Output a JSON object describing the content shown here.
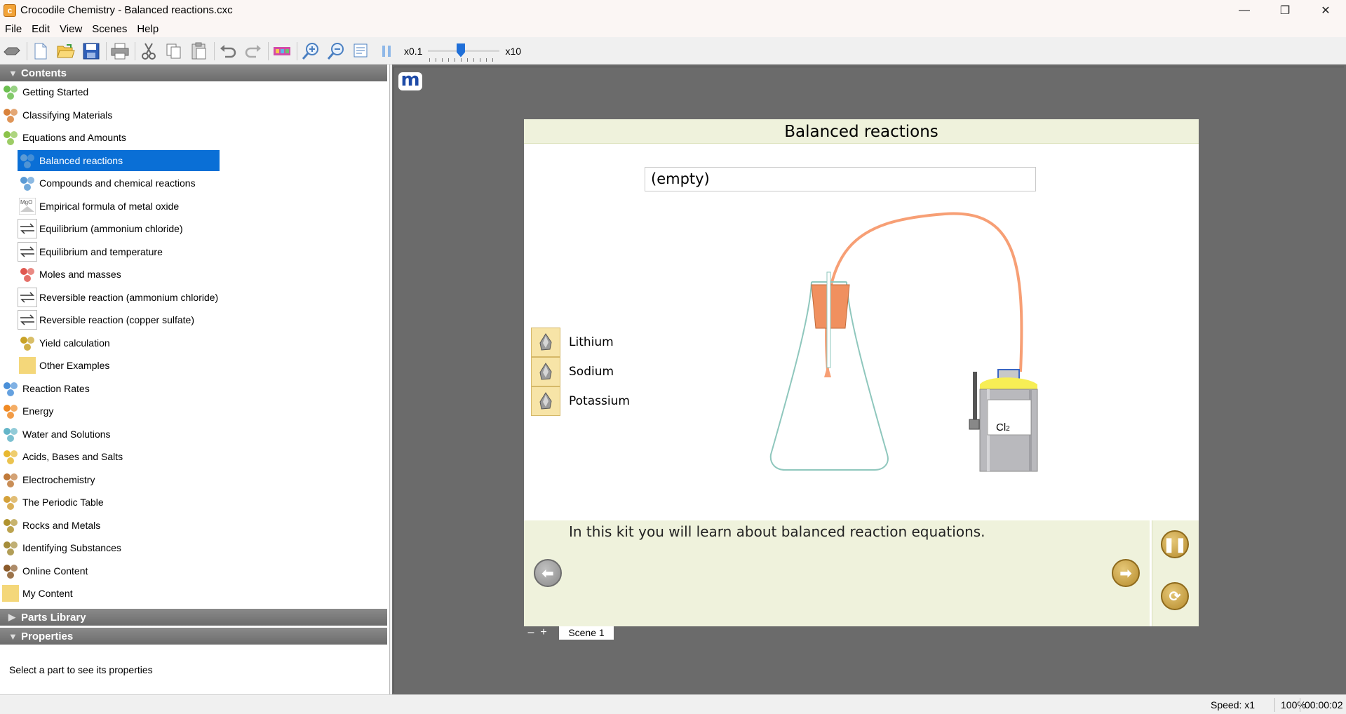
{
  "window": {
    "title": "Crocodile Chemistry - Balanced reactions.cxc",
    "app_icon_letter": "c",
    "minimize": "—",
    "maximize": "❐",
    "close": "✕"
  },
  "menu": [
    "File",
    "Edit",
    "View",
    "Scenes",
    "Help"
  ],
  "toolbar": {
    "speed_min": "x0.1",
    "speed_max": "x10",
    "speed_fraction": 0.45
  },
  "contents_panel": {
    "title": "Contents",
    "items": [
      {
        "label": "Getting Started",
        "icon": "getting-started-icon",
        "level": 0
      },
      {
        "label": "Classifying Materials",
        "icon": "classifying-materials-icon",
        "level": 0
      },
      {
        "label": "Equations and Amounts",
        "icon": "equations-icon",
        "level": 0
      },
      {
        "label": "Balanced reactions",
        "icon": "molecules-icon",
        "level": 1,
        "selected": true
      },
      {
        "label": "Compounds and chemical reactions",
        "icon": "molecules-icon",
        "level": 1
      },
      {
        "label": "Empirical formula of metal oxide",
        "icon": "mgo-icon",
        "level": 1
      },
      {
        "label": "Equilibrium (ammonium chloride)",
        "icon": "equilibrium-icon",
        "level": 1
      },
      {
        "label": "Equilibrium and temperature",
        "icon": "equilibrium-icon",
        "level": 1
      },
      {
        "label": "Moles and masses",
        "icon": "moles-icon",
        "level": 1
      },
      {
        "label": "Reversible reaction (ammonium chloride)",
        "icon": "equilibrium-icon",
        "level": 1
      },
      {
        "label": "Reversible reaction (copper sulfate)",
        "icon": "equilibrium-icon",
        "level": 1
      },
      {
        "label": "Yield calculation",
        "icon": "yield-icon",
        "level": 1
      },
      {
        "label": "Other Examples",
        "icon": "folder-icon",
        "level": 1
      },
      {
        "label": "Reaction Rates",
        "icon": "rates-icon",
        "level": 0
      },
      {
        "label": "Energy",
        "icon": "energy-icon",
        "level": 0
      },
      {
        "label": "Water and Solutions",
        "icon": "water-icon",
        "level": 0
      },
      {
        "label": "Acids, Bases and Salts",
        "icon": "acids-icon",
        "level": 0
      },
      {
        "label": "Electrochemistry",
        "icon": "electrochemistry-icon",
        "level": 0
      },
      {
        "label": "The Periodic Table",
        "icon": "periodic-table-icon",
        "level": 0
      },
      {
        "label": "Rocks and Metals",
        "icon": "rocks-icon",
        "level": 0
      },
      {
        "label": "Identifying Substances",
        "icon": "identify-icon",
        "level": 0
      },
      {
        "label": "Online Content",
        "icon": "online-icon",
        "level": 0
      },
      {
        "label": "My Content",
        "icon": "folder-icon",
        "level": 0
      }
    ]
  },
  "parts_library": {
    "title": "Parts Library"
  },
  "properties": {
    "title": "Properties",
    "hint": "Select a part to see its properties"
  },
  "scene": {
    "title": "Balanced reactions",
    "reaction_box": "(empty)",
    "elements": [
      "Lithium",
      "Sodium",
      "Potassium"
    ],
    "cylinder_label_main": "Cl",
    "cylinder_label_sub": "2",
    "info_text": "In this kit you will learn about balanced reaction equations.",
    "tab": "Scene 1",
    "tab_minus": "–",
    "tab_plus": "+"
  },
  "statusbar": {
    "speed": "Speed: x1",
    "zoom": "100%",
    "time": "00:00:02"
  },
  "colors": {
    "selection": "#0a6fd6",
    "tubing": "#f79f75",
    "stopper": "#f0905f",
    "flask_outline": "#8fc7bd"
  }
}
